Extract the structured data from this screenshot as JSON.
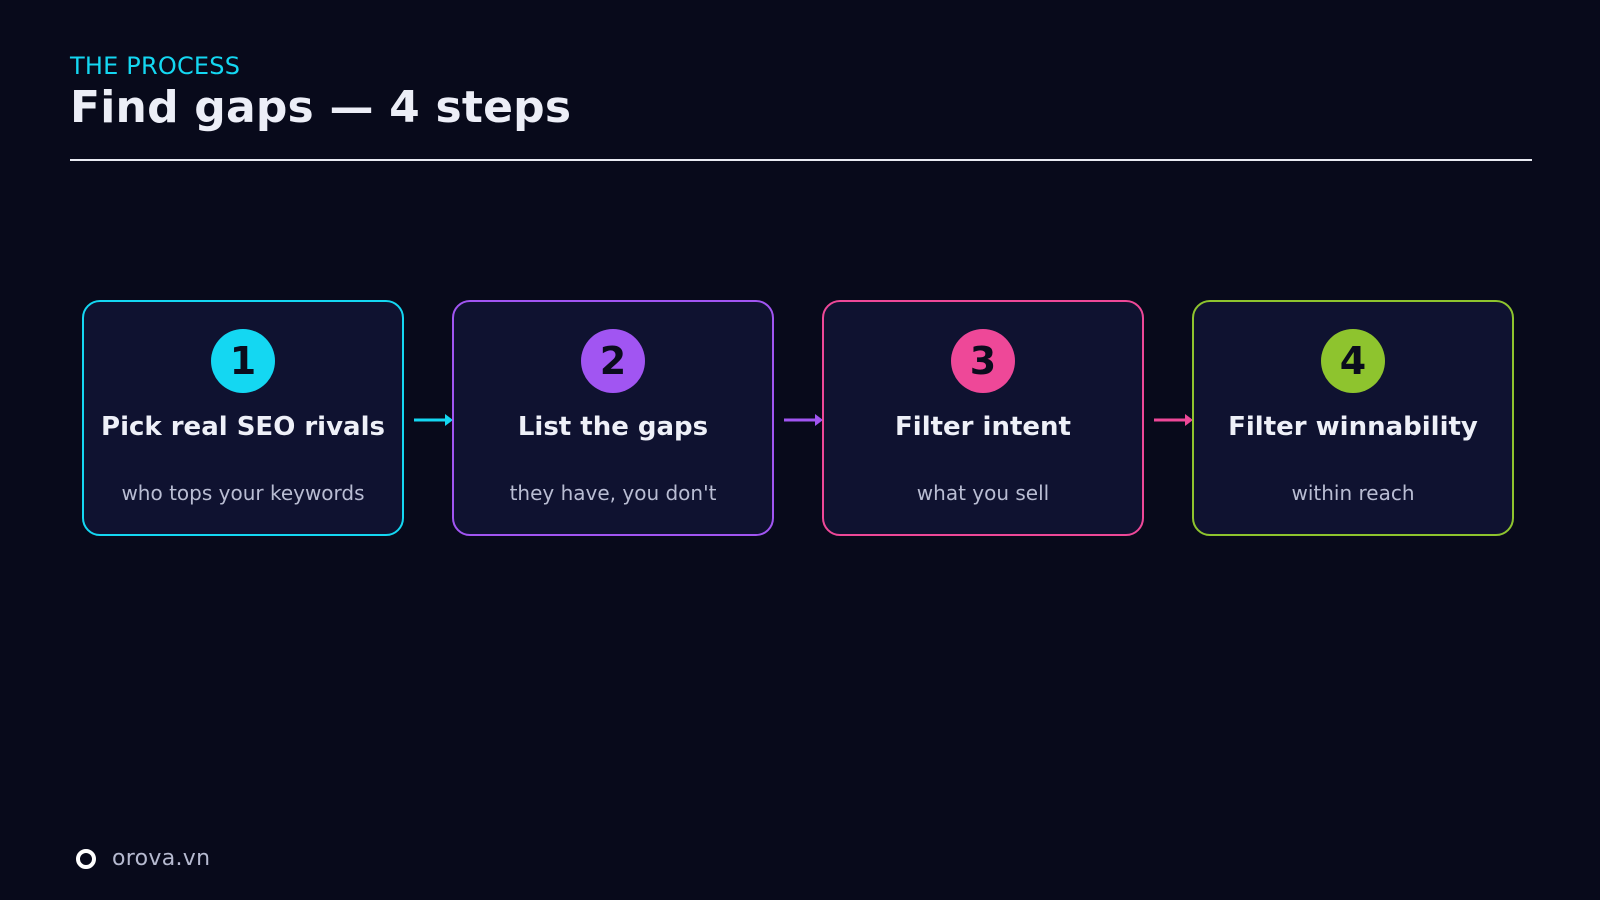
{
  "header": {
    "eyebrow": "THE PROCESS",
    "title": "Find gaps — 4 steps"
  },
  "steps": [
    {
      "number": "1",
      "label": "Pick real SEO rivals",
      "sub": "who tops your keywords",
      "color": "#14d7f2"
    },
    {
      "number": "2",
      "label": "List the gaps",
      "sub": "they have, you don't",
      "color": "#a155f2"
    },
    {
      "number": "3",
      "label": "Filter intent",
      "sub": "what you sell",
      "color": "#ee4898"
    },
    {
      "number": "4",
      "label": "Filter winnability",
      "sub": "within reach",
      "color": "#8ec42e"
    }
  ],
  "footer": {
    "brand": "orova.vn",
    "logo_icon": "ring-logo-icon"
  }
}
